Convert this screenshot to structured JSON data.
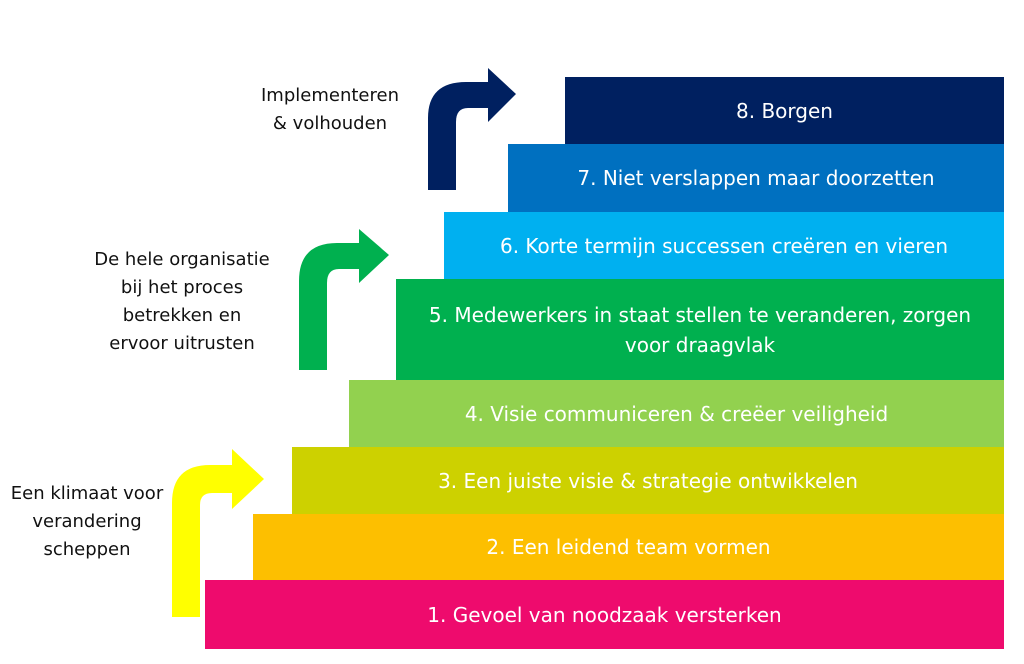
{
  "steps": [
    {
      "label": "1. Gevoel van noodzaak versterken",
      "color": "#ee0b6d"
    },
    {
      "label": "2. Een leidend team vormen",
      "color": "#fdbf00"
    },
    {
      "label": "3. Een juiste visie & strategie ontwikkelen",
      "color": "#cdd100"
    },
    {
      "label": "4. Visie communiceren & creëer veiligheid",
      "color": "#92d14f"
    },
    {
      "label": "5. Medewerkers in staat stellen te veranderen, zorgen voor draagvlak",
      "color": "#00b04f"
    },
    {
      "label": "6. Korte termijn successen creëren en vieren",
      "color": "#00b0f0"
    },
    {
      "label": "7. Niet verslappen maar doorzetten",
      "color": "#0070c0"
    },
    {
      "label": "8. Borgen",
      "color": "#002060"
    }
  ],
  "phases": [
    {
      "label": "Een klimaat voor\nverandering\nscheppen",
      "icon": "bent-arrow-up-right-icon",
      "color": "#ffff00"
    },
    {
      "label": "De hele organisatie\nbij het proces\nbetrekken en\nervoor uitrusten",
      "icon": "bent-arrow-up-right-icon",
      "color": "#00b04f"
    },
    {
      "label": "Implementeren\n& volhouden",
      "icon": "bent-arrow-up-right-icon",
      "color": "#002060"
    }
  ]
}
